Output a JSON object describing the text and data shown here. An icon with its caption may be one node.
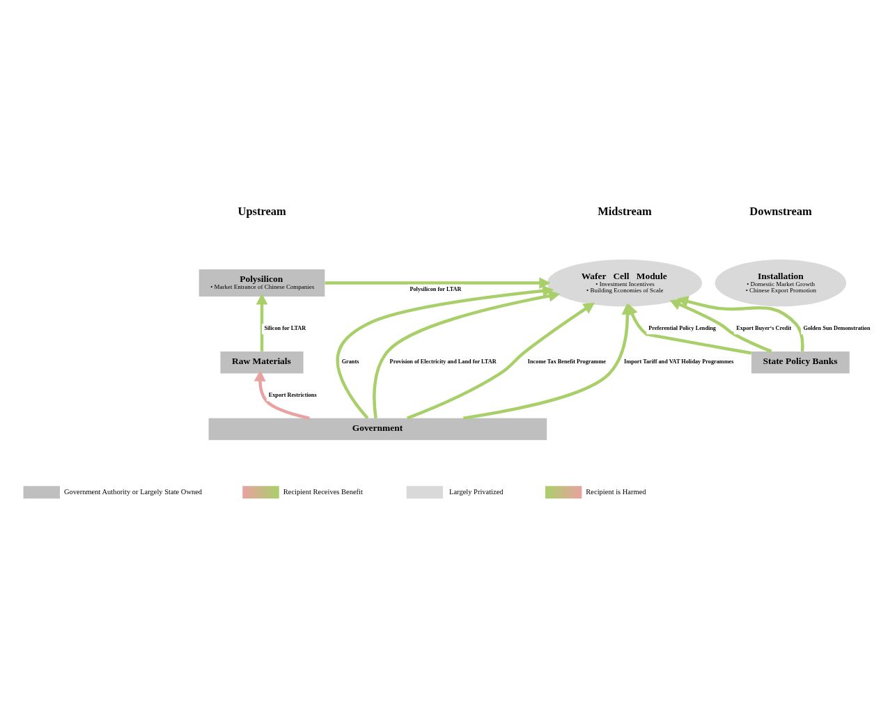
{
  "diagram": {
    "nodes": [
      {
        "text": [
          "Polysilicon",
          "• Market Entrance of Chinese Companies"
        ]
      },
      {
        "text": [
          "Raw Materials"
        ]
      },
      {
        "text": [
          "Government"
        ]
      },
      {
        "text": [
          "Wafer   Cell   Module",
          "• Investment Incentives",
          "• Building Economies of Scale"
        ]
      },
      {
        "text": [
          "Installation",
          "• Domestic Market Growth",
          "• Chinese Export Promotion"
        ]
      },
      {
        "text": [
          "State Policy Banks"
        ]
      }
    ],
    "edges": [
      {
        "from": 1,
        "to": 0,
        "arrow": "to",
        "label": "Silicon for LTAR"
      },
      {
        "from": 2,
        "to": 1,
        "arrow": "to",
        "label": "Export Restrictions",
        "color": "#e8a2a0"
      },
      {
        "from": 0,
        "to": 3,
        "arrow": "to",
        "label": "Polysilicon for LTAR"
      },
      {
        "from": 2,
        "to": 3,
        "arrow": "to",
        "label": "Grants"
      },
      {
        "from": 2,
        "to": 3,
        "arrow": "to",
        "label": "Provision of Electricity and Land for LTAR"
      },
      {
        "from": 2,
        "to": 3,
        "arrow": "to",
        "label": "Income Tax Benefit Programme"
      },
      {
        "from": 2,
        "to": 3,
        "arrow": "to",
        "label": "Import Tariff and VAT Holiday Programmes"
      },
      {
        "from": 5,
        "to": 3,
        "arrow": "to",
        "label": "Preferential Policy Lending"
      },
      {
        "from": 5,
        "to": 3,
        "arrow": "to",
        "label": "Export Buyer‘s Credit"
      },
      {
        "from": 5,
        "to": 3,
        "arrow": "to",
        "label": "Golden Sun Demonstration"
      }
    ],
    "labels": [
      "Upstream",
      "Midstream",
      "Downstream"
    ],
    "legend": [
      {
        "text": "Government Authority or Largely State Owned",
        "color": "#bfbfbf"
      },
      {
        "text": "Recipient Receives Benefit"
      },
      {
        "text": "Largely Privatized",
        "color": "#d9d9d9"
      },
      {
        "text": "Recipient is Harmed"
      }
    ]
  }
}
